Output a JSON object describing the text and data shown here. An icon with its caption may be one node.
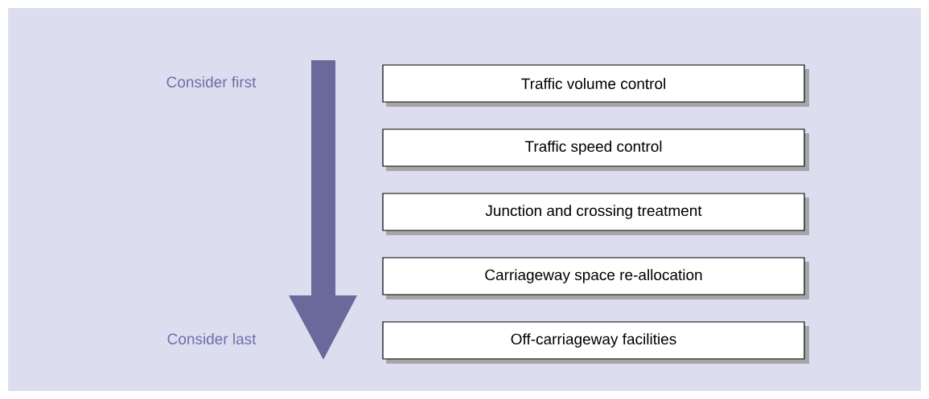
{
  "diagram": {
    "nodes": [
      {
        "text": [
          "Traffic volume control"
        ]
      },
      {
        "text": [
          "Traffic speed control"
        ]
      },
      {
        "text": [
          "Junction and crossing treatment"
        ]
      },
      {
        "text": [
          "Carriageway space re-allocation"
        ]
      },
      {
        "text": [
          "Off-carriageway facilities"
        ]
      }
    ],
    "labels": [
      "Consider first",
      "Consider last"
    ]
  }
}
